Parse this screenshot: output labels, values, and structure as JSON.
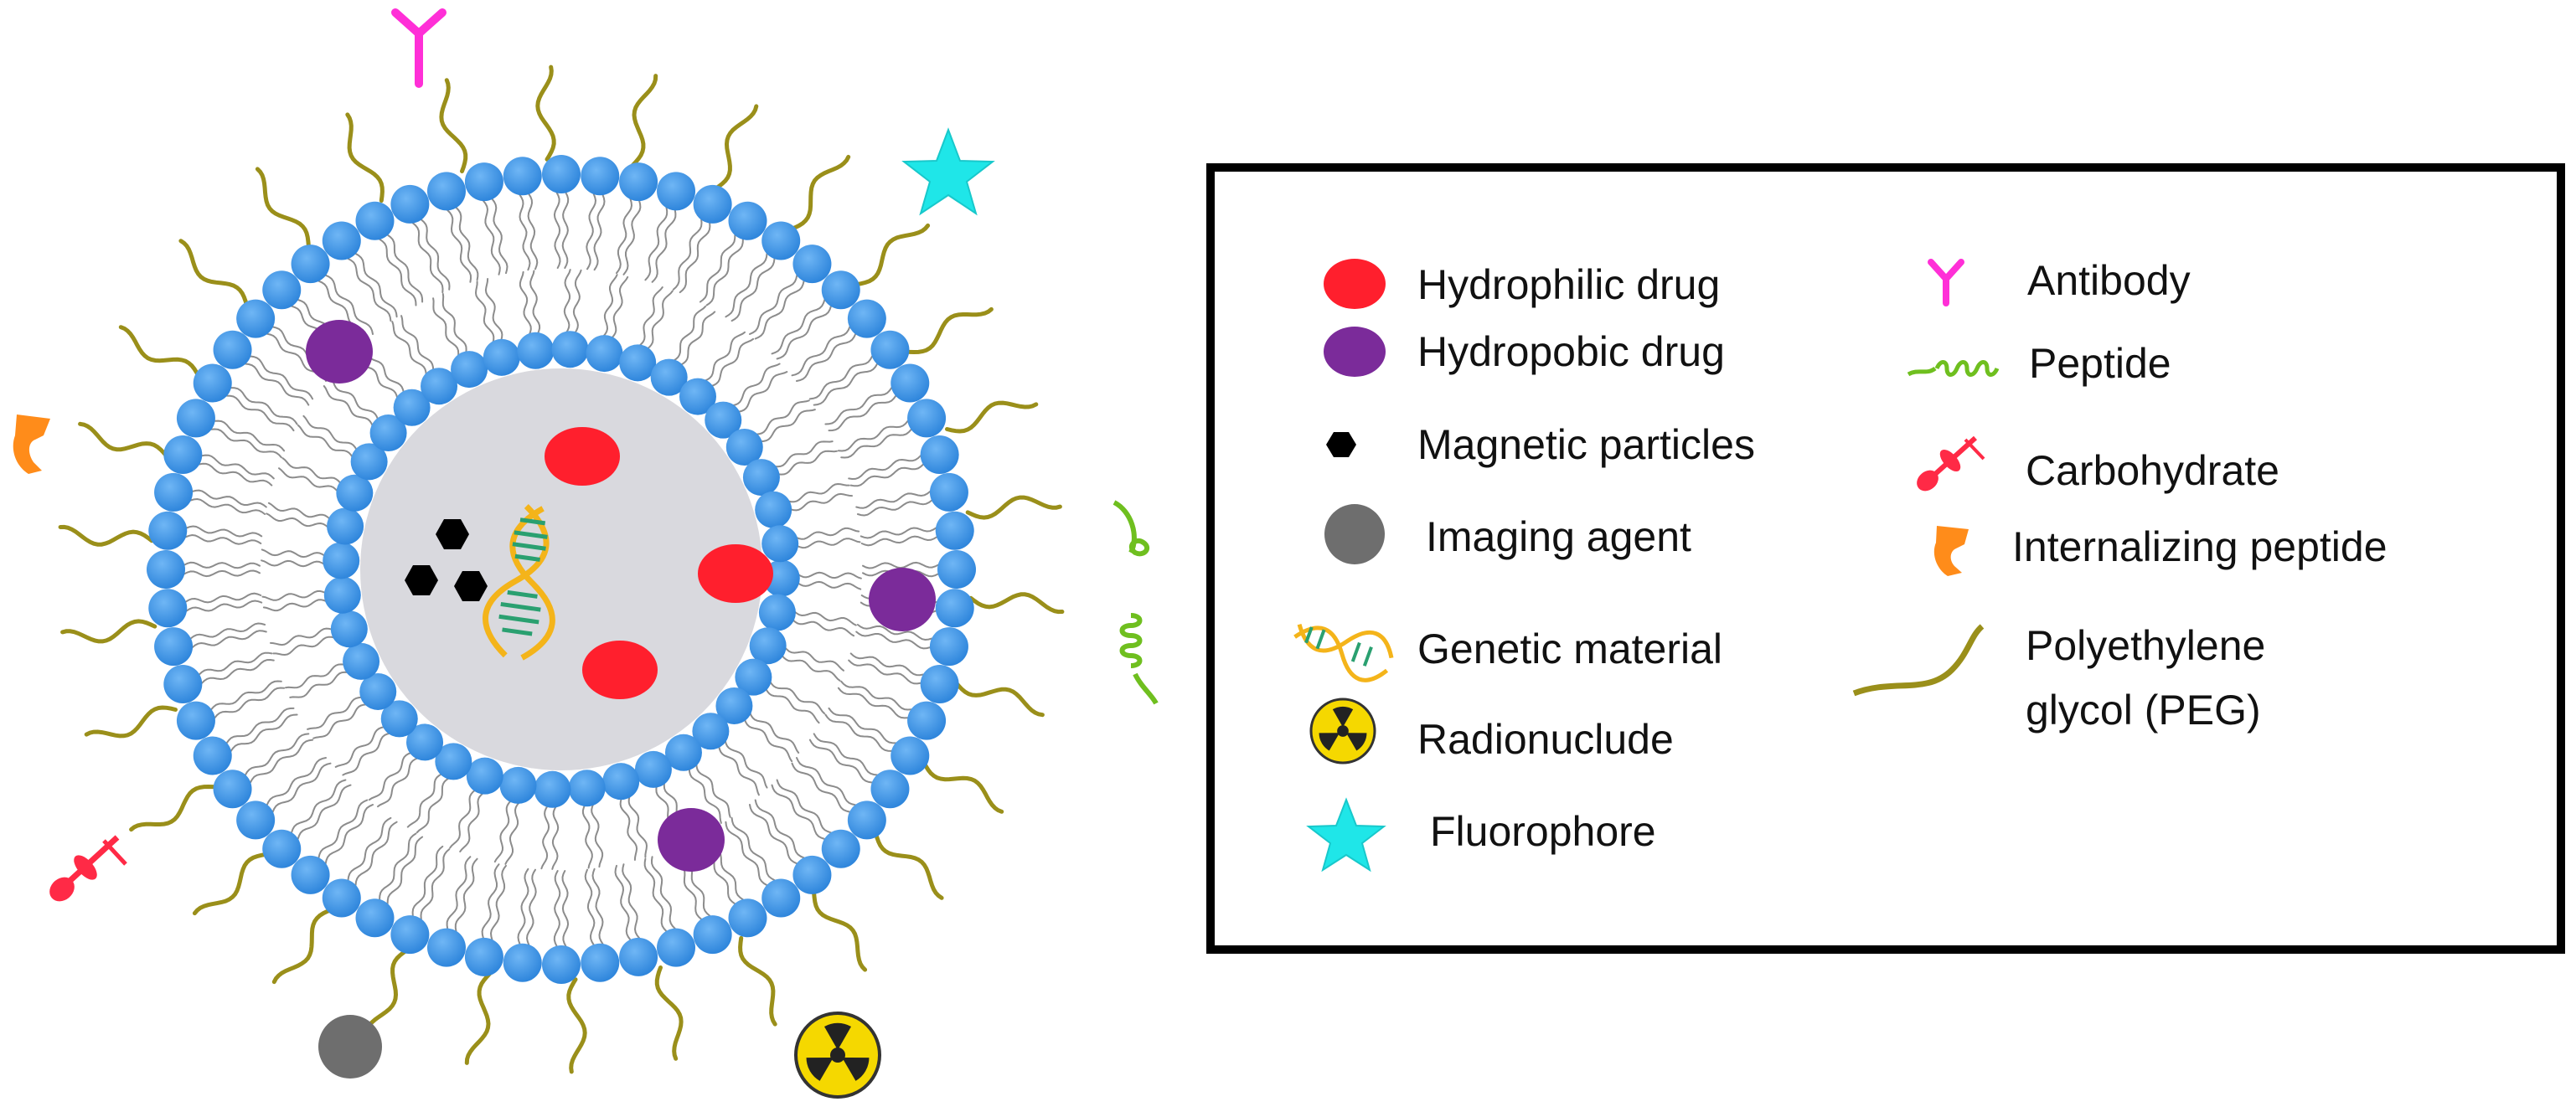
{
  "legend": {
    "items": [
      {
        "key": "hydrophilic",
        "label": "Hydrophilic drug",
        "icon": "red-oval-icon",
        "color": "#ff1f2d"
      },
      {
        "key": "hydrophobic",
        "label": "Hydropobic drug",
        "icon": "purple-oval-icon",
        "color": "#7b2b9a"
      },
      {
        "key": "magnetic",
        "label": "Magnetic particles",
        "icon": "hexagon-icon",
        "color": "#000000"
      },
      {
        "key": "imaging",
        "label": "Imaging agent",
        "icon": "gray-circle-icon",
        "color": "#6e6e6e"
      },
      {
        "key": "genetic",
        "label": "Genetic material",
        "icon": "dna-helix-icon",
        "color": "#f4b41a"
      },
      {
        "key": "radio",
        "label": "Radionuclude",
        "icon": "radiation-icon",
        "color": "#f5d800"
      },
      {
        "key": "fluoro",
        "label": "Fluorophore",
        "icon": "star-icon",
        "color": "#1fe6e8"
      },
      {
        "key": "antibody",
        "label": "Antibody",
        "icon": "antibody-y-icon",
        "color": "#ff2fd7"
      },
      {
        "key": "peptide",
        "label": "Peptide",
        "icon": "peptide-coil-icon",
        "color": "#6fbf1f"
      },
      {
        "key": "carbohydrate",
        "label": "Carbohydrate",
        "icon": "carbohydrate-icon",
        "color": "#ff2a46"
      },
      {
        "key": "internalizing",
        "label": "Internalizing peptide",
        "icon": "orange-hook-icon",
        "color": "#ff8c1a"
      },
      {
        "key": "peg",
        "label": "Polyethylene glycol (PEG)",
        "label_line1": "Polyethylene",
        "label_line2": "glycol (PEG)",
        "icon": "peg-chain-icon",
        "color": "#9a8f1a"
      }
    ]
  },
  "colors": {
    "lipid_head": "#3d97ea",
    "lipid_head_dark": "#2a7bd0",
    "lipid_tail": "#8c8c8c",
    "core": "#d9d9de",
    "legend_border": "#000000"
  }
}
